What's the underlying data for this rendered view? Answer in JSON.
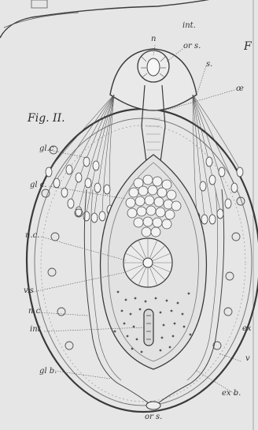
{
  "figure": {
    "title": "Fig. II.",
    "corner_letter": "F"
  },
  "labels": {
    "int_top": "int.",
    "n_top": "n",
    "ors": "or s.",
    "s_right": "s.",
    "oe_right": "œ",
    "glc_upper": "gl.c",
    "glc_lower": "gl c.",
    "nc_upper": "n.c.",
    "vs": "v.s",
    "nc_lower": "n c",
    "int_lower": "int",
    "glb": "gl b.",
    "ex_right": "ex",
    "v_right": "v",
    "exb": "ex b.",
    "or_bottom": "or s."
  },
  "colors": {
    "background": "#e6e6e6",
    "ink": "#3a3a3a",
    "shade": "#9a9a9a"
  }
}
